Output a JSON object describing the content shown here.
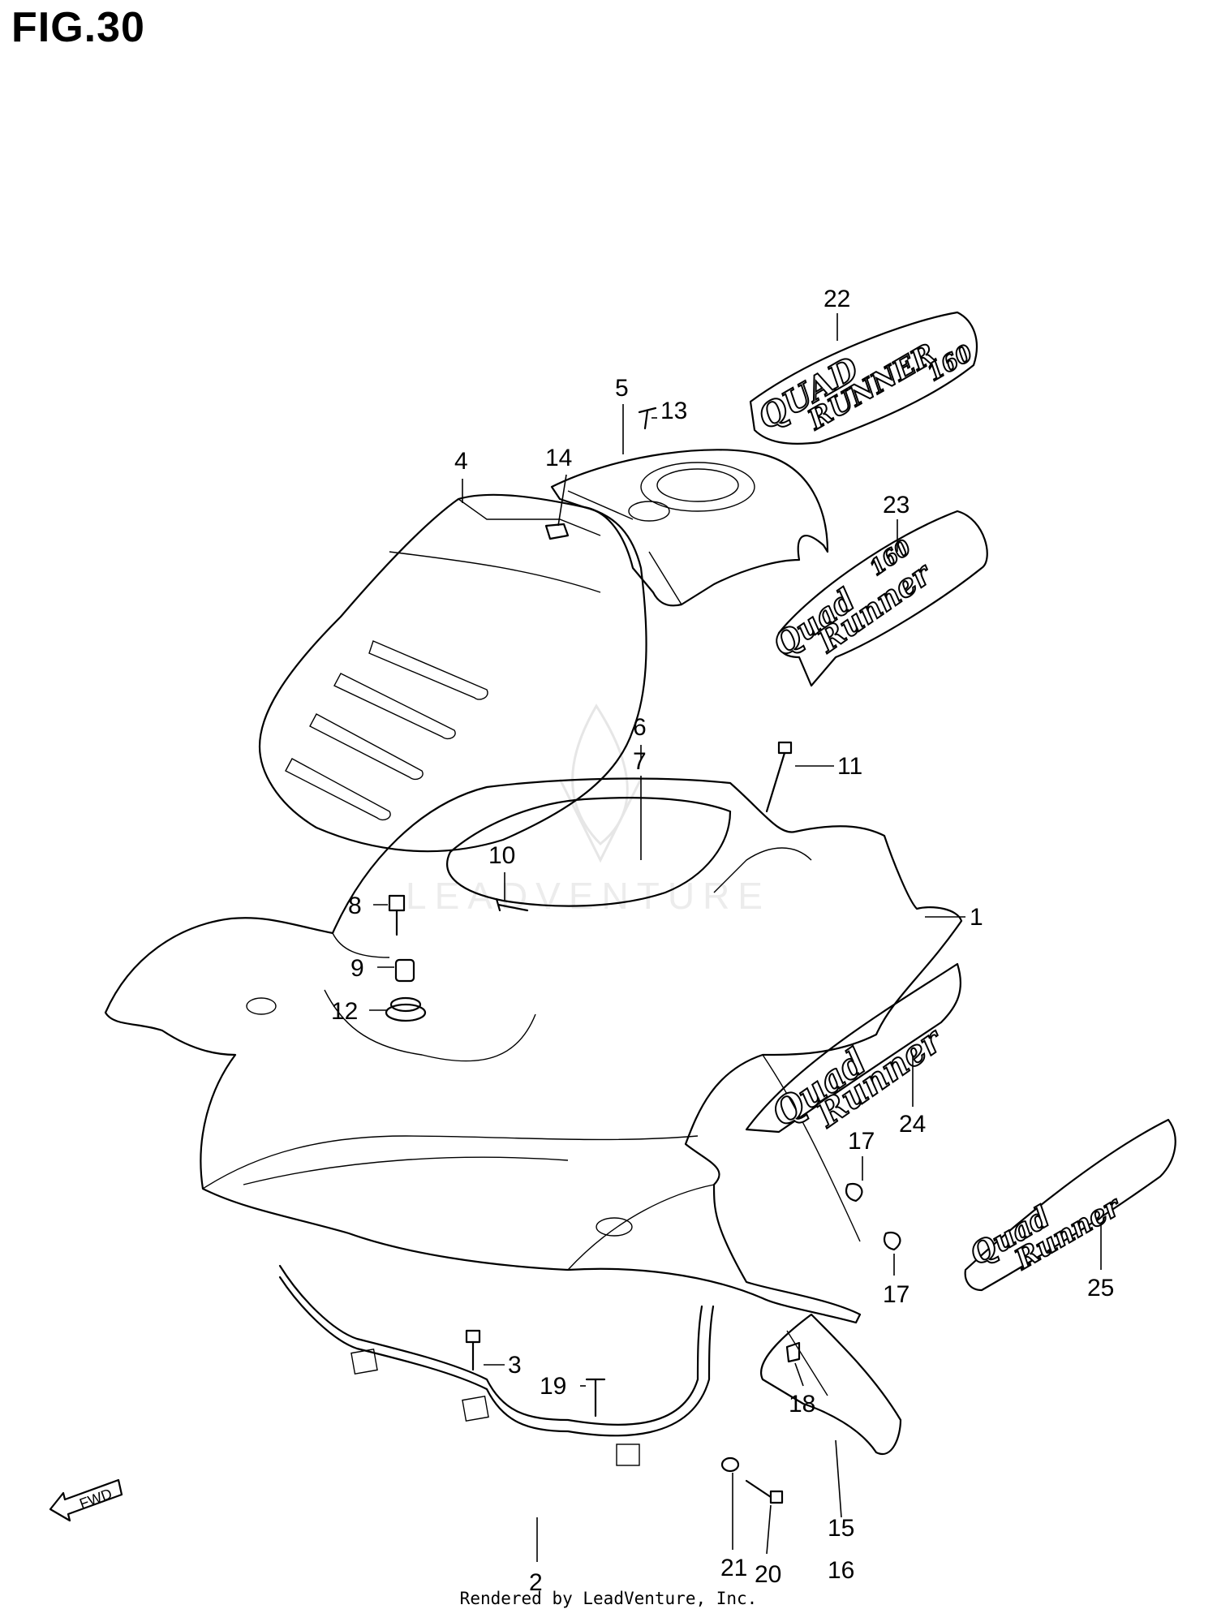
{
  "figure": {
    "title": "FIG.30",
    "footer": "Rendered by LeadVenture, Inc.",
    "watermark": "LEADVENTURE",
    "fwd_label": "FWD"
  },
  "callouts": {
    "c1": "1",
    "c2": "2",
    "c3": "3",
    "c4": "4",
    "c5": "5",
    "c6": "6",
    "c7": "7",
    "c8": "8",
    "c9": "9",
    "c10": "10",
    "c11": "11",
    "c12": "12",
    "c13": "13",
    "c14": "14",
    "c15": "15",
    "c16": "16",
    "c17a": "17",
    "c17b": "17",
    "c18": "18",
    "c19": "19",
    "c20": "20",
    "c21": "21",
    "c22": "22",
    "c23": "23",
    "c24": "24",
    "c25": "25"
  },
  "decals": {
    "d22_line1": "QUAD",
    "d22_line2": "RUNNER",
    "d22_line3": "160",
    "d23_line1": "Quad",
    "d23_line2": "Runner",
    "d23_line3": "160",
    "d24_line1": "Quad",
    "d24_line2": "Runner",
    "d25_line1": "Quad",
    "d25_line2": "Runner"
  }
}
